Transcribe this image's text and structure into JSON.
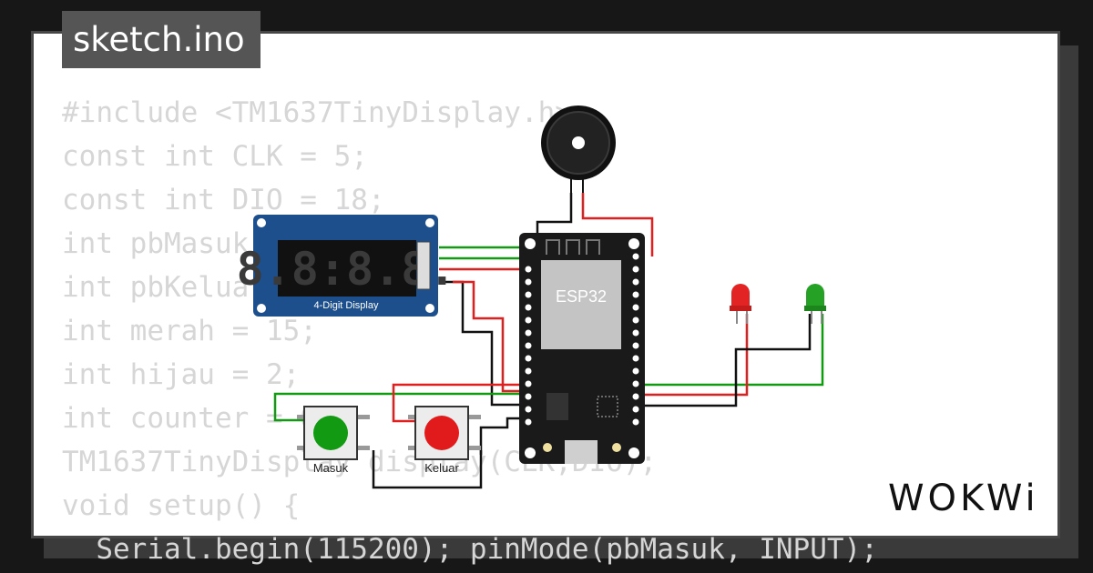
{
  "file_tab": {
    "name": "sketch.ino"
  },
  "code_lines": [
    "#include <TM1637TinyDisplay.h>",
    "const int CLK = 5;",
    "const int DIO = 18;",
    "int pbMasuk = 14;",
    "int pbKeluar = 13;",
    "int merah = 15;",
    "int hijau = 2;",
    "int counter = 0;",
    "TM1637TinyDisplay display(CLK,DIO);",
    "void setup() {",
    "  Serial.begin(115200); pinMode(pbMasuk, INPUT);"
  ],
  "components": {
    "display_label": "4-Digit Display",
    "mcu_label": "ESP32",
    "button_in_label": "Masuk",
    "button_out_label": "Keluar"
  },
  "brand": {
    "logo_text": "WOKWi"
  },
  "colors": {
    "wire_red": "#e01f1f",
    "wire_green": "#129a12",
    "wire_black": "#111111",
    "display_board": "#1d4f8d",
    "mcu_board": "#1a1a1a"
  }
}
